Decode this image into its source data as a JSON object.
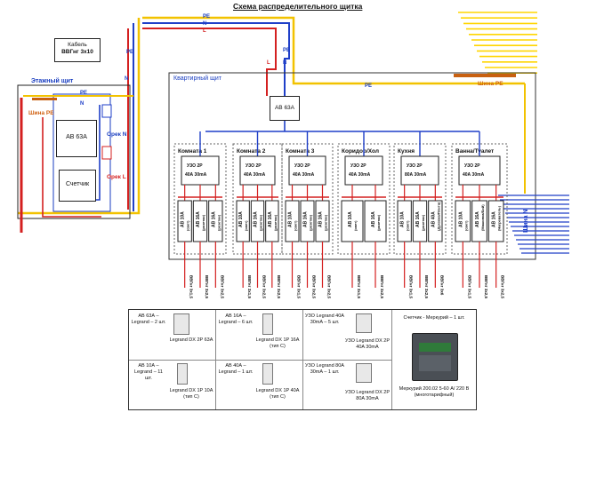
{
  "title": "Схема распределительного щитка",
  "cable_label": [
    "Кабель",
    "ВВГнг 3х10"
  ],
  "floor_panel": {
    "title": "Этажный щит",
    "bus_pe": "Шина PE",
    "breaker": "АВ 63А",
    "meter": "Счетчик",
    "opek_n": "Орек N",
    "opek_l": "Орек L"
  },
  "apartment_panel": {
    "title": "Квартирный щит",
    "main_breaker": "АВ 63А",
    "bus_pe": "Шина PE",
    "bus_n": "Шина N"
  },
  "wire_labels": {
    "pe": "PE",
    "n": "N",
    "l": "L"
  },
  "groups": [
    {
      "name": "Комната 1",
      "uzo": [
        "УЗО 2Р",
        "40А 30mA"
      ],
      "breakers": [
        [
          "АВ 10А",
          "(свет)"
        ],
        [
          "АВ 16А",
          "(розетки)"
        ],
        [
          "АВ 16А",
          "(розетки)"
        ]
      ],
      "cables": [
        "ВВГнг 3х1,5",
        "ВВГнг 3х2,5",
        "ВВГнг 3х2,5"
      ]
    },
    {
      "name": "Комната 2",
      "uzo": [
        "УЗО 2Р",
        "40А 30mA"
      ],
      "breakers": [
        [
          "АВ 10А",
          "(свет)"
        ],
        [
          "АВ 16А",
          "(розетки)"
        ],
        [
          "АВ 16А",
          "(розетки)"
        ]
      ],
      "cables": [
        "ВВГнг 3х1,5",
        "ВВГнг 3х2,5",
        "ВВГнг 3х2,5"
      ]
    },
    {
      "name": "Комната 3",
      "uzo": [
        "УЗО 2Р",
        "40А 30mA"
      ],
      "breakers": [
        [
          "АВ 10А",
          "(свет)"
        ],
        [
          "АВ 16А",
          "(розетки)"
        ],
        [
          "АВ 16А",
          "(розетки)"
        ]
      ],
      "cables": [
        "ВВГнг 3х1,5",
        "ВВГнг 3х2,5",
        "ВВГнг 3х2,5"
      ]
    },
    {
      "name": "Коридор/Хол",
      "uzo": [
        "УЗО 2Р",
        "40А 30mA"
      ],
      "breakers": [
        [
          "АВ 10А",
          "(свет)"
        ],
        [
          "АВ 16А",
          "(розетки)"
        ]
      ],
      "cables": [
        "ВВГнг 3х1,5",
        "ВВГнг 3х2,5"
      ]
    },
    {
      "name": "Кухня",
      "uzo": [
        "УЗО 2Р",
        "80А 30mA"
      ],
      "breakers": [
        [
          "АВ 10А",
          "(свет)"
        ],
        [
          "АВ 16А",
          "(розетки)"
        ],
        [
          "АВ 40А",
          "(Духовка/Плита)"
        ]
      ],
      "cables": [
        "ВВГнг 3х1,5",
        "ВВГнг 3х2,5",
        "ВВГнг 3х6"
      ]
    },
    {
      "name": "Ванна/Туалет",
      "uzo": [
        "УЗО 2Р",
        "40А 30mA"
      ],
      "breakers": [
        [
          "АВ 10А",
          "(свет)"
        ],
        [
          "АВ 16А",
          "(Машинка/Бой)"
        ],
        [
          "АВ 16А",
          "(Нагреватель)"
        ]
      ],
      "cables": [
        "ВВГнг 3х1,5",
        "ВВГнг 3х2,5",
        "ВВГнг 3х2,5"
      ]
    }
  ],
  "legend": {
    "col1": [
      {
        "count": "АВ 63А – Legrand – 2 шт.",
        "model": "Legrand DX 2P 63A"
      },
      {
        "count": "АВ 10А – Legrand – 11 шт.",
        "model": "Legrand DX 1P 10A (тип C)"
      }
    ],
    "col2": [
      {
        "count": "АВ 16А – Legrand – 6 шт.",
        "model": "Legrand DX 1P 16A (тип C)"
      },
      {
        "count": "АВ 40А – Legrand – 1 шт.",
        "model": "Legrand DX 1P 40A (тип C)"
      }
    ],
    "col3": [
      {
        "count": "УЗО Legrand 40А 30mA – 5 шт.",
        "model": "УЗО Legrand DX 2P 40A 30mA"
      },
      {
        "count": "УЗО Legrand 80А 30mA – 1 шт.",
        "model": "УЗО Legrand DX 2P 80A 30mA"
      }
    ],
    "meter": {
      "count": "Счетчик - Меркурий – 1 шт.",
      "model": "Меркурий 200.02 5-60 A/ 220 В (многотарифный)"
    }
  },
  "colors": {
    "pe": "#f2c200",
    "n": "#1f3fc8",
    "l": "#d42020",
    "bus_pe_stripes": "#ffd500"
  }
}
